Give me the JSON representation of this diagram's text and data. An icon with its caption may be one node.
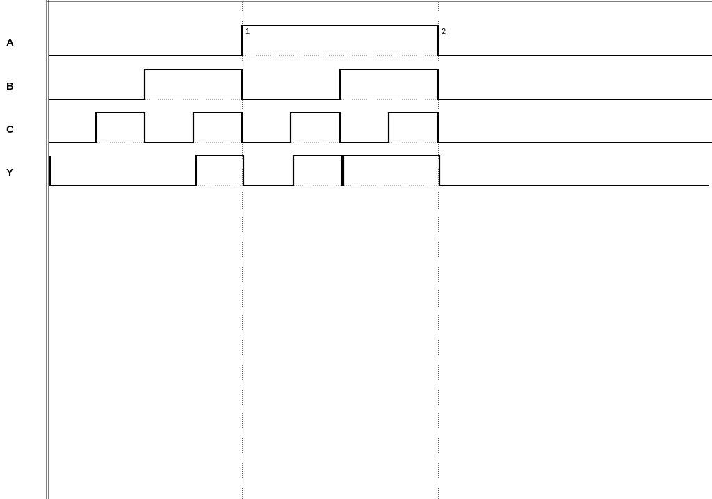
{
  "diagram": {
    "labels": [
      "A",
      "1",
      "2",
      "B",
      "C",
      "Y"
    ]
  }
}
